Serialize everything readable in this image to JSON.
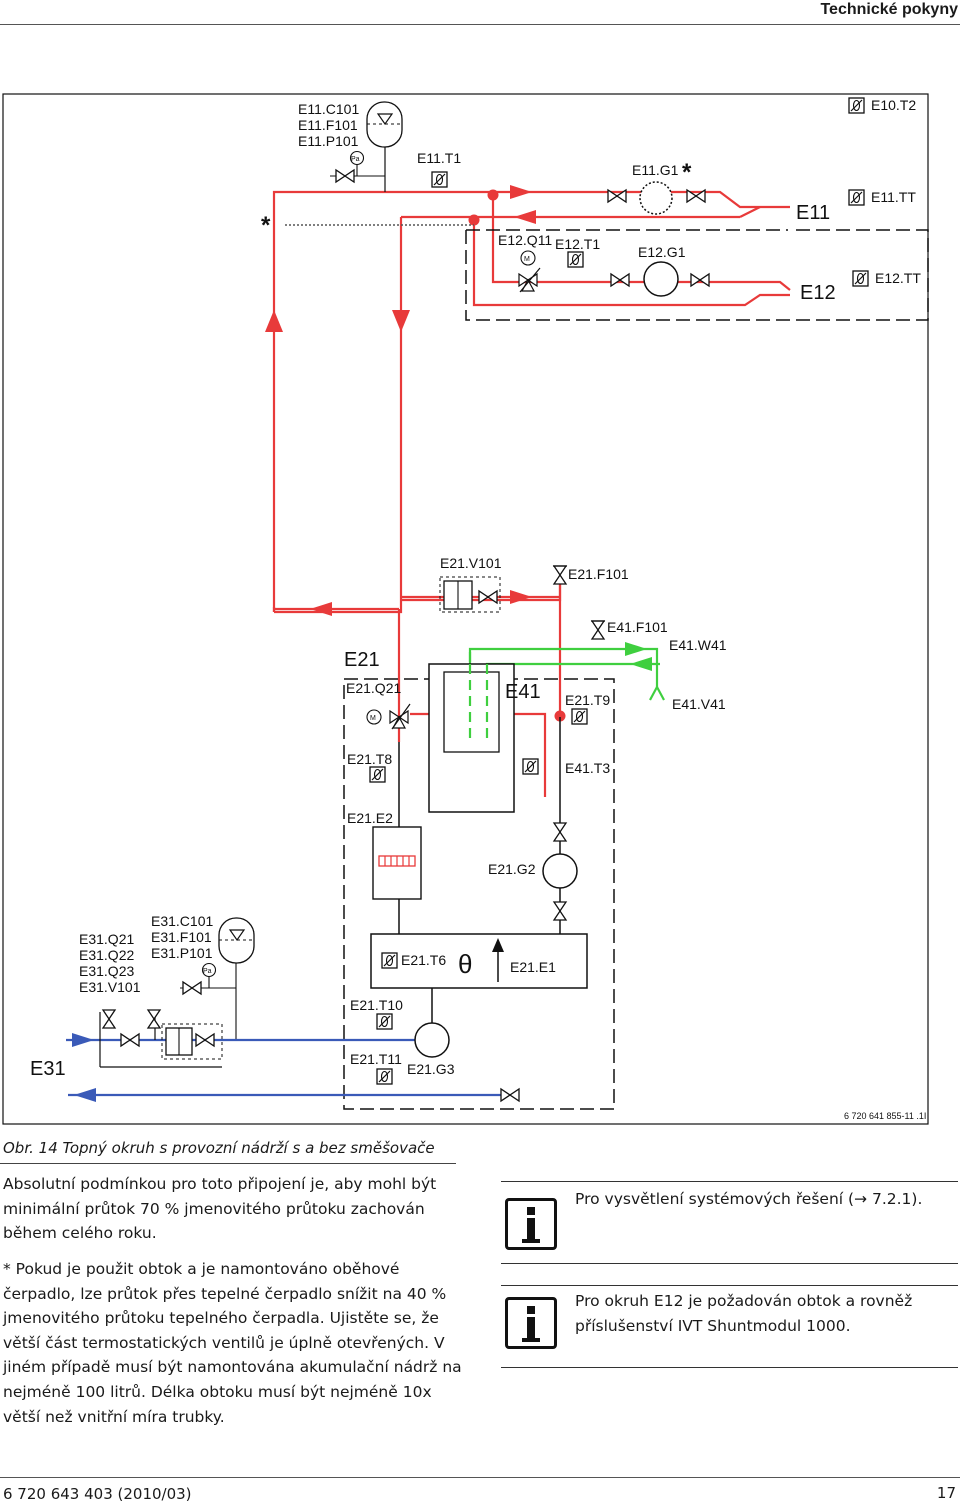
{
  "header": {
    "title": "Technické pokyny"
  },
  "diagram": {
    "labels": {
      "e11_c101": "E11.C101",
      "e11_f101": "E11.F101",
      "e11_p101": "E11.P101",
      "e11_t1": "E11.T1",
      "e11_g1": "E11.G1",
      "e10_t2": "E10.T2",
      "e11": "E11",
      "e11_tt": "E11.TT",
      "e12": "E12",
      "e12_tt": "E12.TT",
      "e12_q11": "E12.Q11",
      "e12_t1": "E12.T1",
      "e12_g1": "E12.G1",
      "e21_v101": "E21.V101",
      "e21_f101": "E21.F101",
      "e41_f101": "E41.F101",
      "e41_w41": "E41.W41",
      "e41_v41": "E41.V41",
      "e21": "E21",
      "e21_q21": "E21.Q21",
      "e41": "E41",
      "e21_t9": "E21.T9",
      "e21_t8": "E21.T8",
      "e41_t3": "E41.T3",
      "e21_e2": "E21.E2",
      "e21_g2": "E21.G2",
      "e31_c101": "E31.C101",
      "e31_f101": "E31.F101",
      "e31_p101": "E31.P101",
      "e31_q21": "E31.Q21",
      "e31_q22": "E31.Q22",
      "e31_q23": "E31.Q23",
      "e31_v101": "E31.V101",
      "e21_t6": "E21.T6",
      "e21_e1": "E21.E1",
      "e21_t10": "E21.T10",
      "e31": "E31",
      "e21_t11": "E21.T11",
      "e21_g3": "E21.G3",
      "star": "*",
      "pa": "Pa",
      "theta": "θ",
      "m": "M"
    },
    "code": "6 720 641 855-11 .1I",
    "colors": {
      "supply": "#e83a3a",
      "return": "#3a5ab8",
      "dhw": "#3fcf3f",
      "line": "#1a1a1a"
    }
  },
  "caption": "Obr. 14 Topný okruh s provozní nádrží s a bez směšovače",
  "paragraphs": {
    "p1": "Absolutní podmínkou pro toto připojení je, aby mohl být minimální průtok 70 % jmenovitého průtoku zachován během celého roku.",
    "p2": "* Pokud je použit obtok a je namontováno oběhové čerpadlo, lze průtok přes tepelné čerpadlo snížit na 40 % jmenovitého průtoku tepelného čerpadla. Ujistěte se, že větší část termostatických ventilů je úplně otevřených. V jiném případě musí být namontována akumulační nádrž na nejméně 100 litrů. Délka obtoku musí být nejméně 10x větší než vnitřní míra trubky."
  },
  "info": [
    {
      "icon": "info-icon",
      "text": "Pro vysvětlení systémových řešení (→ 7.2.1)."
    },
    {
      "icon": "info-icon",
      "text": "Pro okruh E12 je požadován obtok a rovněž příslušenství IVT Shuntmodul 1000."
    }
  ],
  "footer": {
    "doc_number": "6 720 643 403 (2010/03)",
    "page_number": "17"
  }
}
